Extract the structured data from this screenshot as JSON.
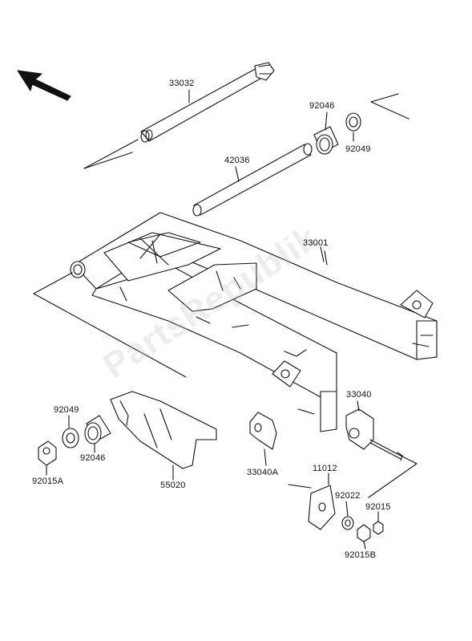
{
  "watermark": "PartsRepublik",
  "labels": {
    "p33032": "33032",
    "p92046_top": "92046",
    "p92049_top": "92049",
    "p42036": "42036",
    "p33001": "33001",
    "p33040": "33040",
    "p92049_left": "92049",
    "p92046_left": "92046",
    "p92015A": "92015A",
    "p55020": "55020",
    "p33040A": "33040A",
    "p11012": "11012",
    "p92022": "92022",
    "p92015": "92015",
    "p92015B": "92015B"
  },
  "colors": {
    "line": "#111111",
    "fill": "#ffffff",
    "watermark": "#bebebe"
  }
}
